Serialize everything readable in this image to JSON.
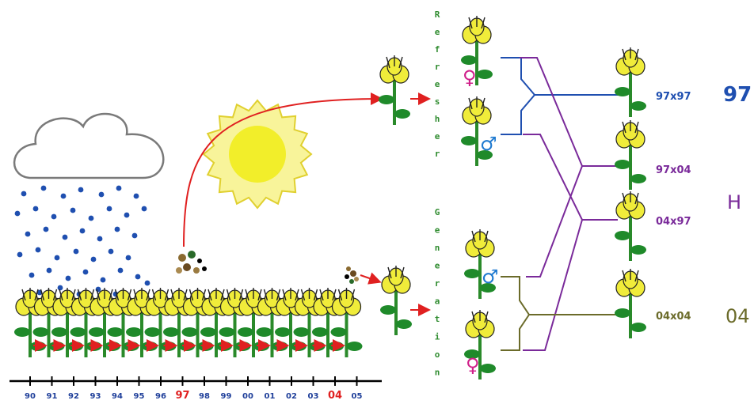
{
  "vertical_text": {
    "refresher": "Refresher",
    "generation": "Generation"
  },
  "timeline": {
    "years": [
      "90",
      "91",
      "92",
      "93",
      "94",
      "95",
      "96",
      "97",
      "98",
      "99",
      "00",
      "01",
      "02",
      "03",
      "04",
      "05"
    ],
    "highlighted": [
      "97",
      "04"
    ],
    "year_color": "#1f3f9a",
    "highlight_color": "#e02020"
  },
  "crosses": [
    {
      "label": "97x97",
      "color": "#1f4fb0"
    },
    {
      "label": "97x04",
      "color": "#7a2a9a"
    },
    {
      "label": "04x97",
      "color": "#7a2a9a"
    },
    {
      "label": "04x04",
      "color": "#6b6b2a"
    }
  ],
  "groups": [
    {
      "label": "97",
      "color": "#1f4fb0"
    },
    {
      "label": "H",
      "color": "#7a2a9a"
    },
    {
      "label": "04",
      "color": "#6b6b2a"
    }
  ],
  "sex_symbols": {
    "female": "♀",
    "male": "♂",
    "female_color": "#d0208a",
    "male_color": "#1f7ad0"
  },
  "colors": {
    "arrow": "#e02020",
    "petal": "#f0ec3a",
    "stem": "#2a8a2a",
    "leaf": "#1f8a2a",
    "sun": "#f2ee2a",
    "cloud": "#7a7a7a",
    "rain": "#1f4fb0"
  }
}
